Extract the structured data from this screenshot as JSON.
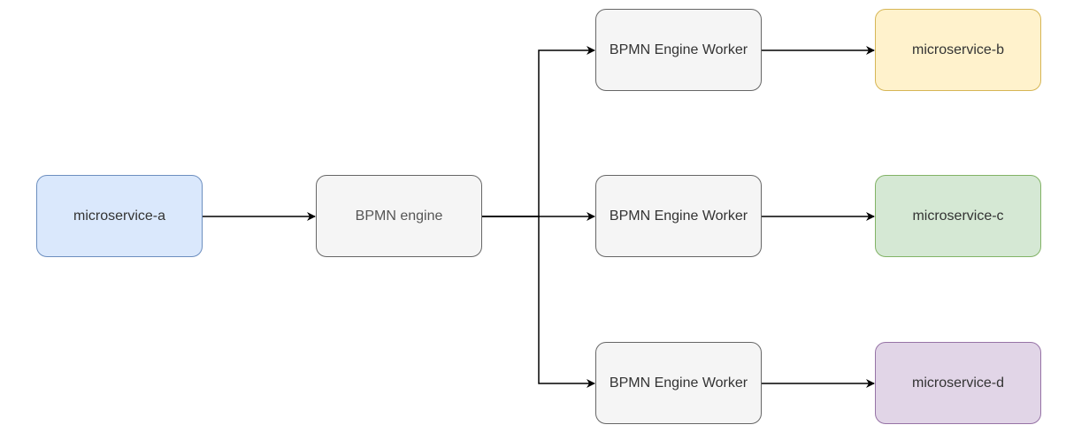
{
  "diagram": {
    "nodes": [
      {
        "id": "ms-a",
        "label": "microservice-a",
        "fill": "#dae8fc",
        "stroke": "#6c8ebf"
      },
      {
        "id": "engine",
        "label": "BPMN engine",
        "fill": "#f5f5f5",
        "stroke": "#666666"
      },
      {
        "id": "w1",
        "label": "BPMN Engine Worker",
        "fill": "#f5f5f5",
        "stroke": "#666666"
      },
      {
        "id": "w2",
        "label": "BPMN Engine Worker",
        "fill": "#f5f5f5",
        "stroke": "#666666"
      },
      {
        "id": "w3",
        "label": "BPMN Engine Worker",
        "fill": "#f5f5f5",
        "stroke": "#666666"
      },
      {
        "id": "ms-b",
        "label": "microservice-b",
        "fill": "#fff2cc",
        "stroke": "#d6b656"
      },
      {
        "id": "ms-c",
        "label": "microservice-c",
        "fill": "#d5e8d4",
        "stroke": "#82b366"
      },
      {
        "id": "ms-d",
        "label": "microservice-d",
        "fill": "#e1d5e7",
        "stroke": "#9673a6"
      }
    ],
    "edges": [
      {
        "from": "ms-a",
        "to": "engine"
      },
      {
        "from": "engine",
        "to": "w1"
      },
      {
        "from": "engine",
        "to": "w2"
      },
      {
        "from": "engine",
        "to": "w3"
      },
      {
        "from": "w1",
        "to": "ms-b"
      },
      {
        "from": "w2",
        "to": "ms-c"
      },
      {
        "from": "w3",
        "to": "ms-d"
      }
    ],
    "edge_color": "#000000"
  }
}
